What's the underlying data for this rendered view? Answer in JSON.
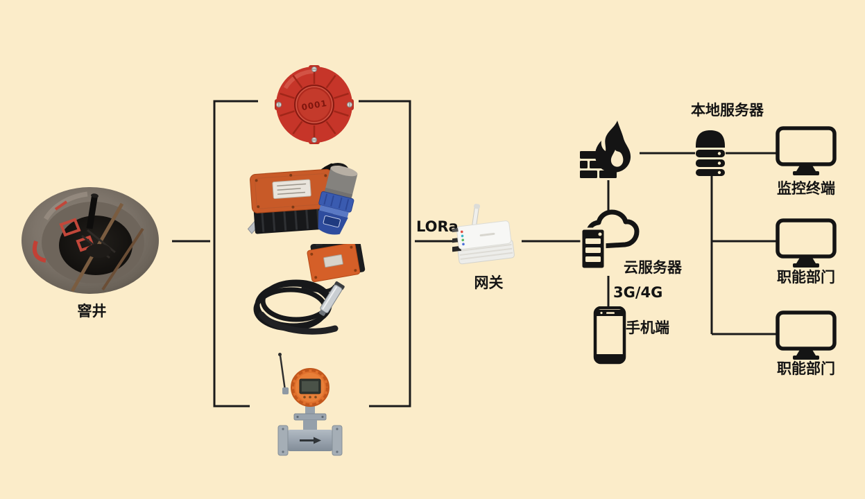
{
  "canvas": {
    "background_color": "#FBECC9",
    "line_color": "#1A1A1A"
  },
  "well": {
    "label": "窨井"
  },
  "sensors": {
    "alarm": {
      "display_code": "0001",
      "color": "#C63529"
    },
    "ultrasonic_level_sensor": {
      "box_color": "#C85A28",
      "probe_color": "#3A5BB0"
    },
    "submersible_level_sensor": {
      "panel_color": "#D55F28"
    },
    "flow_meter": {
      "head_color": "#E0702C"
    }
  },
  "links": {
    "lora_label": "LORa",
    "cellular_label": "3G/4G"
  },
  "gateway": {
    "label": "网关"
  },
  "cloud_server": {
    "label": "云服务器"
  },
  "mobile": {
    "label": "手机端"
  },
  "local_server": {
    "label": "本地服务器"
  },
  "terminals": [
    {
      "label": "监控终端"
    },
    {
      "label": "职能部门"
    },
    {
      "label": "职能部门"
    }
  ]
}
